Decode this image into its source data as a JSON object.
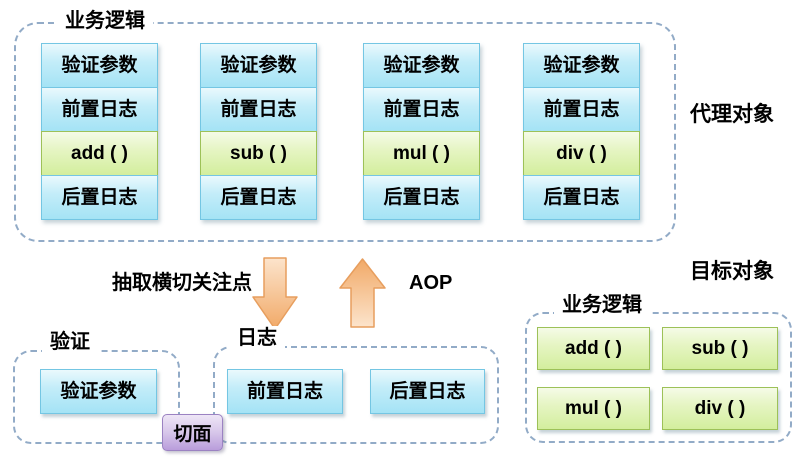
{
  "proxy": {
    "label": "业务逻辑",
    "side_label": "代理对象",
    "columns": [
      {
        "rows": [
          "验证参数",
          "前置日志",
          "add (  )",
          "后置日志"
        ]
      },
      {
        "rows": [
          "验证参数",
          "前置日志",
          "sub (  )",
          "后置日志"
        ]
      },
      {
        "rows": [
          "验证参数",
          "前置日志",
          "mul (  )",
          "后置日志"
        ]
      },
      {
        "rows": [
          "验证参数",
          "前置日志",
          "div (  )",
          "后置日志"
        ]
      }
    ]
  },
  "middle": {
    "extract_label": "抽取横切关注点",
    "aop_label": "AOP"
  },
  "validation": {
    "label": "验证",
    "box": "验证参数"
  },
  "log": {
    "label": "日志",
    "boxes": [
      "前置日志",
      "后置日志"
    ]
  },
  "aspect": {
    "label": "切面"
  },
  "target": {
    "title": "目标对象",
    "label": "业务逻辑",
    "boxes": [
      "add (  )",
      "sub (  )",
      "mul (  )",
      "div (  )"
    ]
  },
  "colors": {
    "blue_box_top": "#eaf9fd",
    "blue_box_bottom": "#a4e3f5",
    "blue_border": "#74c6e3",
    "green_box_top": "#f5fbe7",
    "green_box_bottom": "#d3ee9d",
    "green_border": "#9dc158",
    "purple_top": "#eee6f6",
    "purple_bottom": "#b99ddb",
    "purple_border": "#9b82c2",
    "arrow_fill_light": "#fce4cc",
    "arrow_fill_dark": "#f1a967",
    "arrow_stroke": "#e79e5e",
    "dashed_border": "#92abc7"
  }
}
